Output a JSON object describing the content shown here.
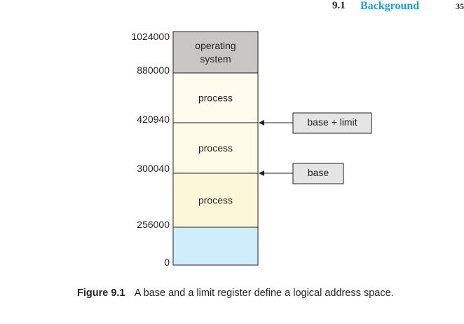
{
  "header": {
    "section_number": "9.1",
    "section_title": "Background",
    "page_number": "35"
  },
  "memory": {
    "segments": [
      {
        "label_lines": [
          "operating",
          "system"
        ],
        "fill": "#c8c7c6"
      },
      {
        "label_lines": [
          "process"
        ],
        "fill": "#fffcef"
      },
      {
        "label_lines": [
          "process"
        ],
        "fill": "#fdfbe7"
      },
      {
        "label_lines": [
          "process"
        ],
        "fill": "#fbf8d9"
      },
      {
        "label_lines": [],
        "fill": "#cdeefa"
      }
    ],
    "addresses": [
      "1024000",
      "880000",
      "420940",
      "300040",
      "256000",
      "0"
    ]
  },
  "registers": {
    "base_limit_label": "base + limit",
    "base_label": "base"
  },
  "caption": {
    "label": "Figure 9.1",
    "text": "A base and a limit register define a logical address space."
  }
}
